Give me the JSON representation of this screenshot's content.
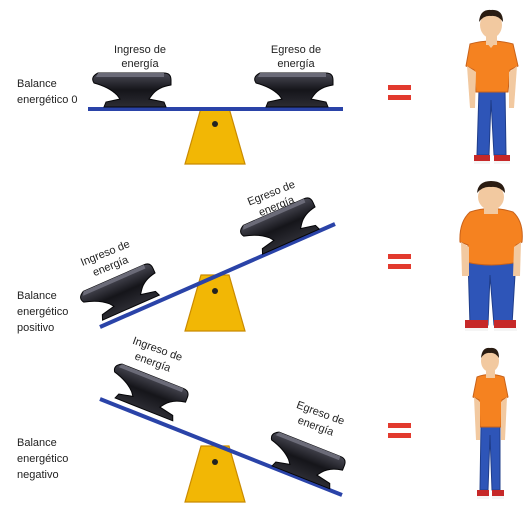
{
  "rows": [
    {
      "label_lines": [
        "Balance",
        "energético 0"
      ],
      "input_lines": [
        "Ingreso de",
        "energía"
      ],
      "output_lines": [
        "Egreso de",
        "energía"
      ],
      "equals": "=",
      "person": "person-normal-icon",
      "tilt": "level"
    },
    {
      "label_lines": [
        "Balance",
        "energético",
        "positivo"
      ],
      "input_lines": [
        "Ingreso de",
        "energía"
      ],
      "output_lines": [
        "Egreso de",
        "energía"
      ],
      "equals": "=",
      "person": "person-overweight-icon",
      "tilt": "input-side-down"
    },
    {
      "label_lines": [
        "Balance",
        "energético",
        "negativo"
      ],
      "input_lines": [
        "Ingreso de",
        "energía"
      ],
      "output_lines": [
        "Egreso de",
        "energía"
      ],
      "equals": "=",
      "person": "person-thin-icon",
      "tilt": "output-side-down"
    }
  ],
  "colors": {
    "beam": "#2a43a8",
    "fulcrum": "#f2b705",
    "fulcrum_edge": "#c98a00",
    "equals": "#e23a2e",
    "anvil": "#1a1a1f",
    "shirt": "#f58220",
    "jeans": "#2e55b8",
    "skin": "#f2c9a0",
    "hair": "#2a1c12"
  }
}
